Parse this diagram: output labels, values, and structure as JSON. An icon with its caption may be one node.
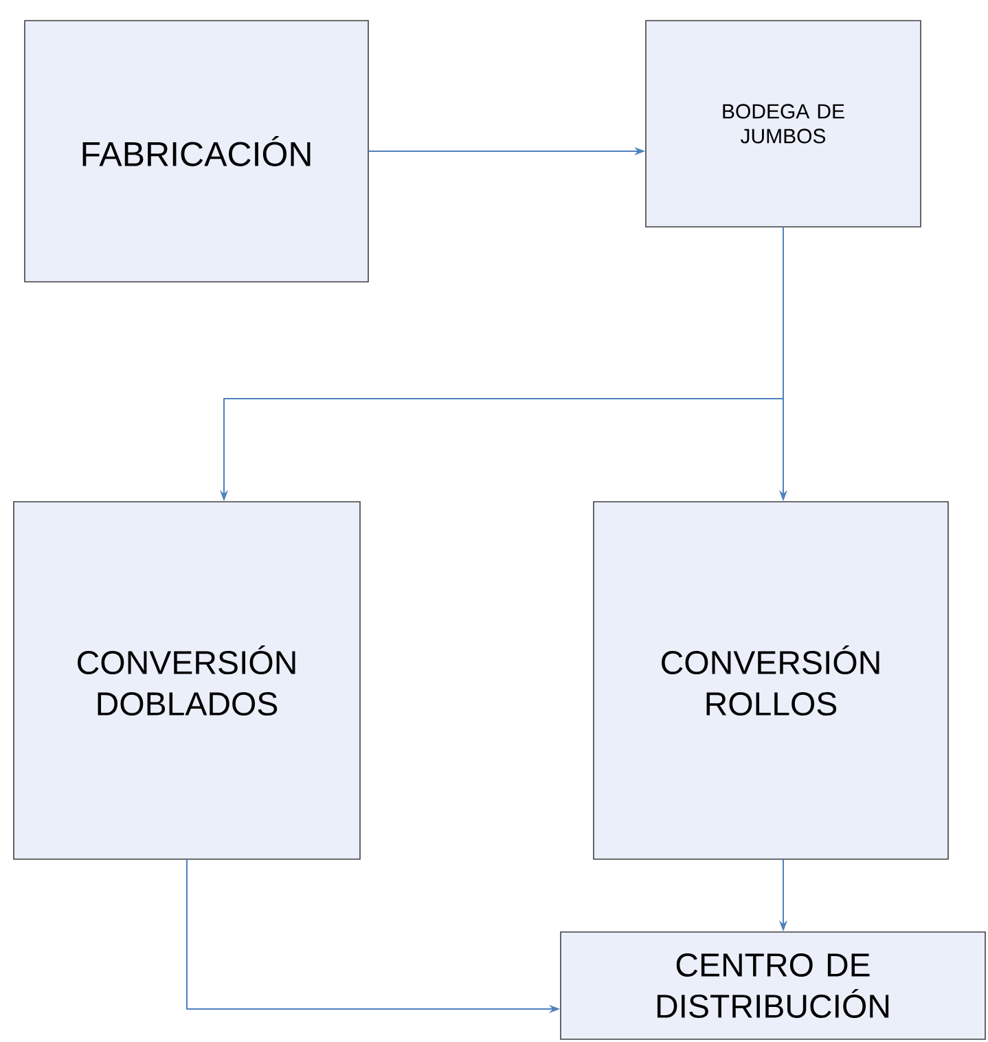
{
  "diagram": {
    "nodes": [
      {
        "text": [
          "FABRICACIÓN"
        ]
      },
      {
        "text": [
          "BODEGA DE JUMBOS"
        ]
      },
      {
        "text": [
          "CONVERSIÓN DOBLADOS"
        ]
      },
      {
        "text": [
          "CONVERSIÓN ROLLOS"
        ]
      },
      {
        "text": [
          "CENTRO DE DISTRIBUCIÓN"
        ]
      }
    ],
    "edges": [
      {
        "from": 0,
        "to": 1,
        "arrow": "to"
      },
      {
        "from": 1,
        "to": 2,
        "arrow": "to"
      },
      {
        "from": 1,
        "to": 3,
        "arrow": "to"
      },
      {
        "from": 2,
        "to": 4,
        "arrow": "to"
      },
      {
        "from": 3,
        "to": 4,
        "arrow": "to"
      }
    ]
  }
}
